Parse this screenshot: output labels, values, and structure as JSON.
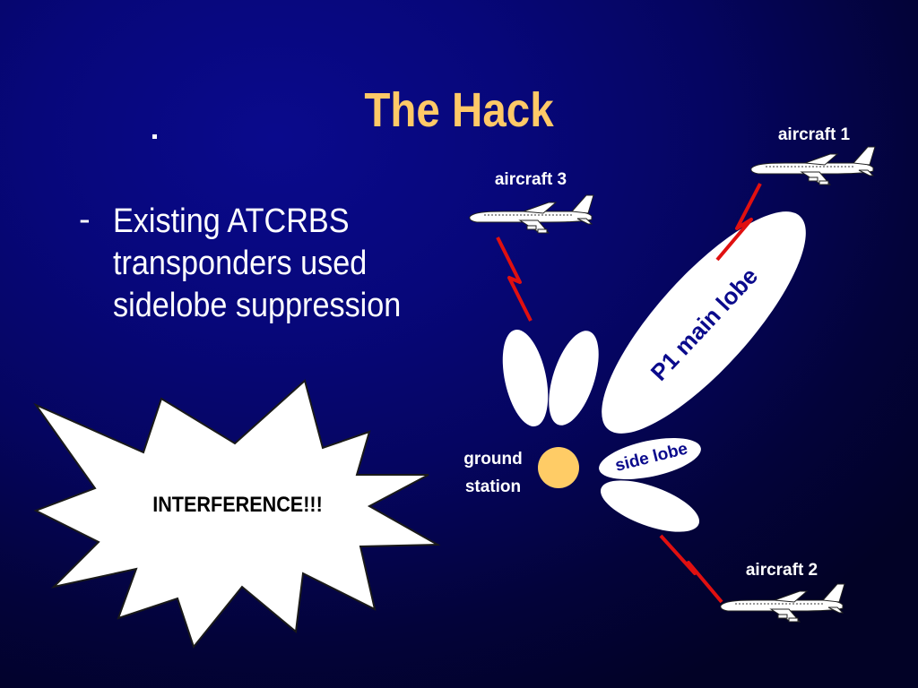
{
  "slide": {
    "title": "The Hack",
    "bullet_marker": "-",
    "bullet_text": "Existing ATCRBS transponders used sidelobe suppression"
  },
  "diagram": {
    "aircraft_1_label": "aircraft 1",
    "aircraft_2_label": "aircraft 2",
    "aircraft_3_label": "aircraft 3",
    "main_lobe_label": "P1 main lobe",
    "side_lobe_label": "side lobe",
    "ground_station_line1": "ground",
    "ground_station_line2": "station",
    "burst_text": "INTERFERENCE!!!"
  },
  "colors": {
    "title": "#ffc967",
    "ground_station": "#ffcc66",
    "lightning": "#e01010",
    "lobe_text": "#0a0a8c"
  },
  "icons": [
    "airplane-icon",
    "lightning-bolt-icon",
    "explosion-burst-icon"
  ]
}
